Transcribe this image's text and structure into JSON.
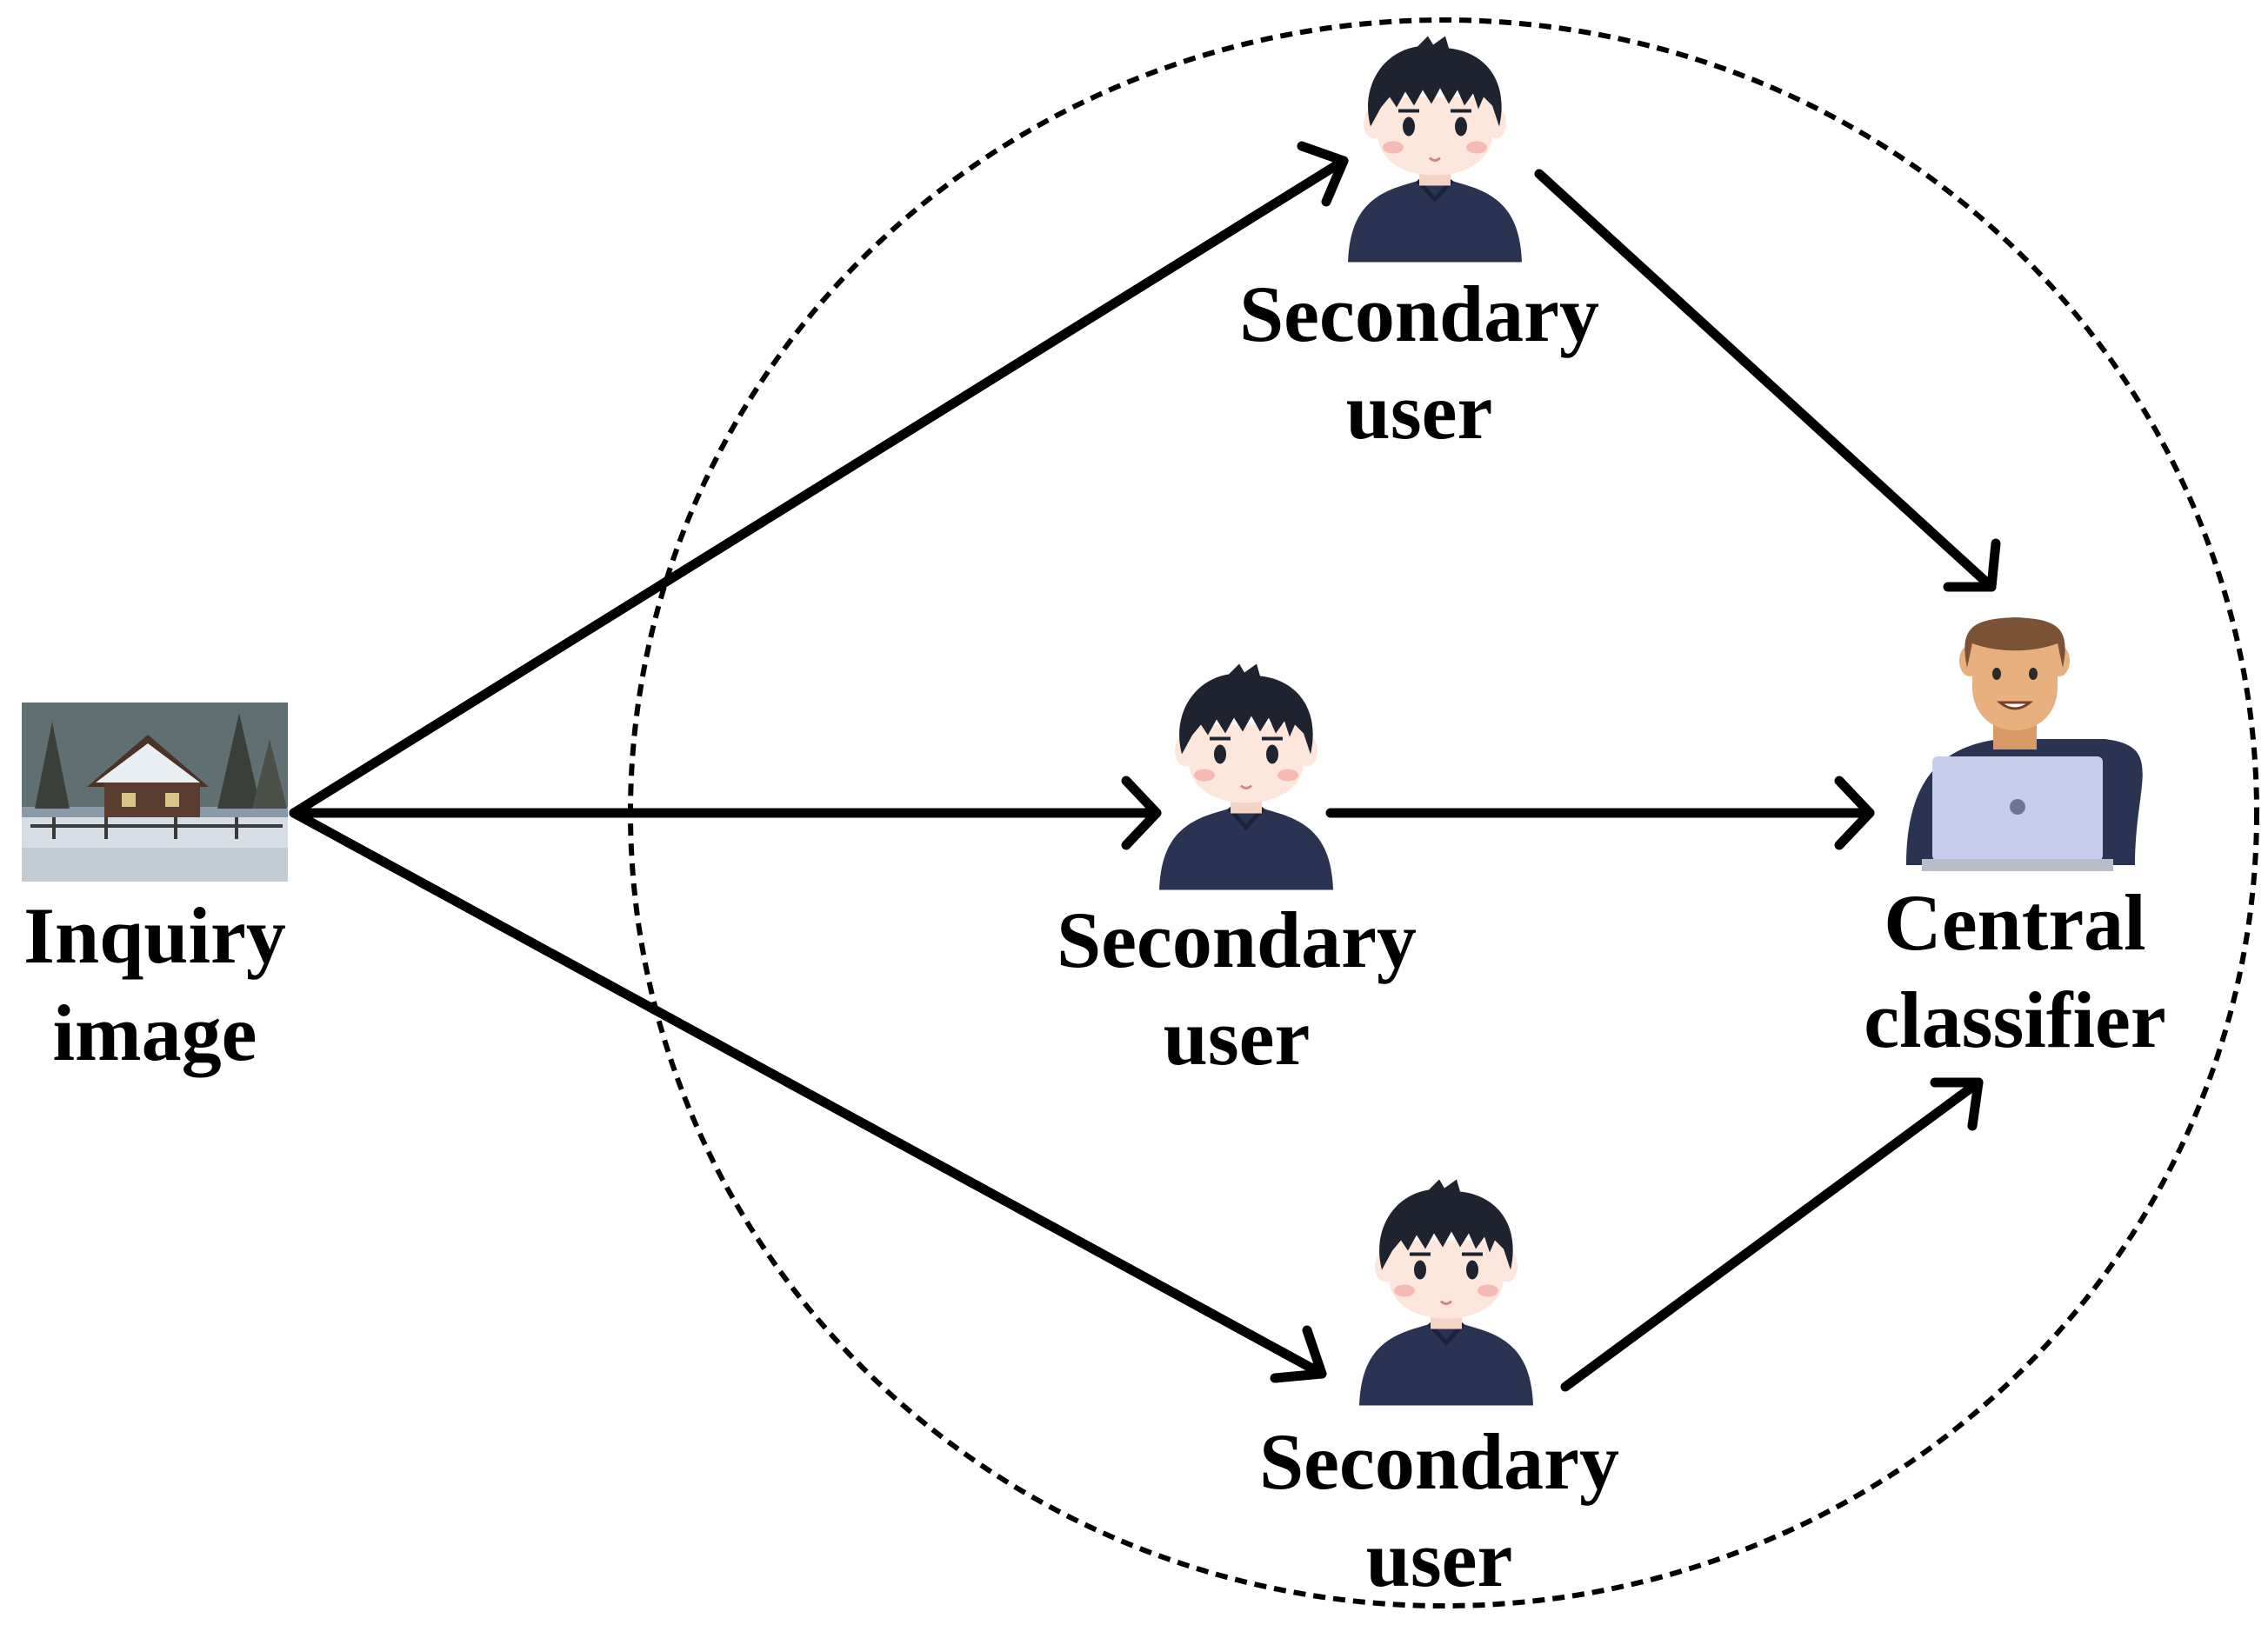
{
  "diagram": {
    "inquiry": {
      "line1": "Inquiry",
      "line2": "image"
    },
    "secondary_top": {
      "line1": "Secondary",
      "line2": "user"
    },
    "secondary_middle": {
      "line1": "Secondary",
      "line2": "user"
    },
    "secondary_bottom": {
      "line1": "Secondary",
      "line2": "user"
    },
    "central": {
      "line1": "Central",
      "line2": "classifier"
    }
  },
  "colors": {
    "line": "#000000",
    "user_hair": "#1f2330",
    "user_skin": "#fde7dd",
    "user_shirt": "#2b3352",
    "central_hair": "#7a5336",
    "central_skin": "#e9b07f",
    "laptop": "#c7cdea",
    "laptop_base": "#b9bcc9"
  },
  "icons": {
    "inquiry_image": "snowy-house-photo-icon",
    "secondary_user": "user-avatar-icon",
    "central_classifier": "person-with-laptop-icon"
  }
}
